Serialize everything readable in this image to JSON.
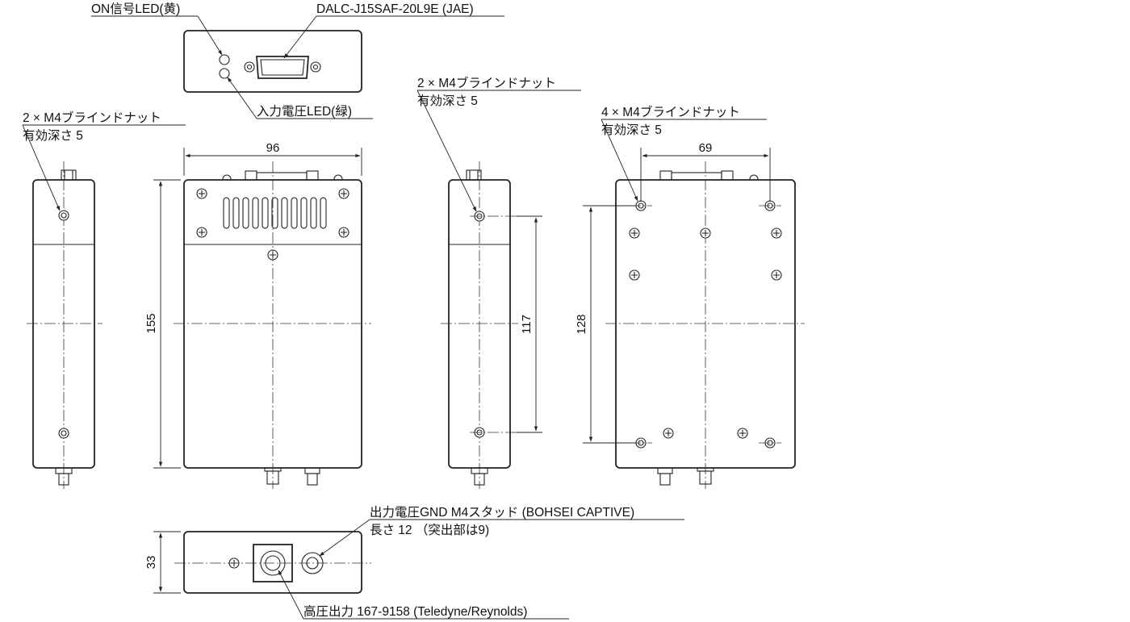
{
  "labels": {
    "on_led": "ON信号LED(黄)",
    "connector": "DALC-J15SAF-20L9E (JAE)",
    "input_led": "入力電圧LED(緑)",
    "nut_left_line1": "2 × M4ブラインドナット",
    "nut_left_line2": "有効深さ 5",
    "nut_mid_line1": "2 × M4ブラインドナット",
    "nut_mid_line2": "有効深さ 5",
    "nut_right_line1": "4 × M4ブラインドナット",
    "nut_right_line2": "有効深さ 5",
    "gnd_line1": "出力電圧GND M4スタッド (BOHSEI CAPTIVE)",
    "gnd_line2": "長さ 12 （突出部は9)",
    "hv_output": "高圧出力 167-9158 (Teledyne/Reynolds)"
  },
  "dimensions": {
    "width": "96",
    "height": "155",
    "depth": "33",
    "side_hole_pitch": "117",
    "back_width_pitch": "69",
    "back_height_pitch": "128"
  },
  "colors": {
    "stroke": "#222222",
    "background": "#ffffff"
  }
}
